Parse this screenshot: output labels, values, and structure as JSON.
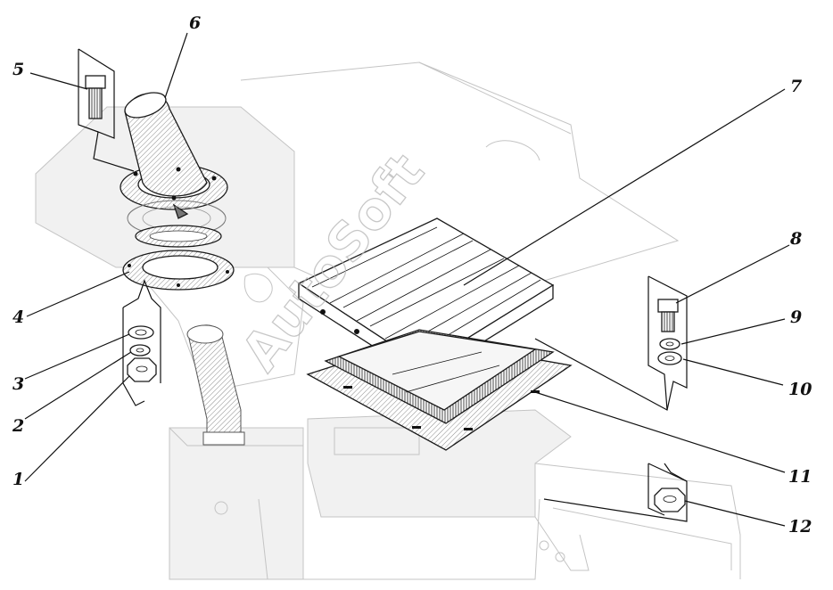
{
  "watermark": "AutoSoft",
  "callouts": [
    {
      "id": "c1",
      "label": "1"
    },
    {
      "id": "c2",
      "label": "2"
    },
    {
      "id": "c3",
      "label": "3"
    },
    {
      "id": "c4",
      "label": "4"
    },
    {
      "id": "c5",
      "label": "5"
    },
    {
      "id": "c6",
      "label": "6"
    },
    {
      "id": "c7",
      "label": "7"
    },
    {
      "id": "c8",
      "label": "8"
    },
    {
      "id": "c9",
      "label": "9"
    },
    {
      "id": "c10",
      "label": "10"
    },
    {
      "id": "c11",
      "label": "11"
    },
    {
      "id": "c12",
      "label": "12"
    }
  ],
  "colors": {
    "ink": "#111111",
    "ghost": "#c4c4c4",
    "paper": "#ffffff"
  }
}
